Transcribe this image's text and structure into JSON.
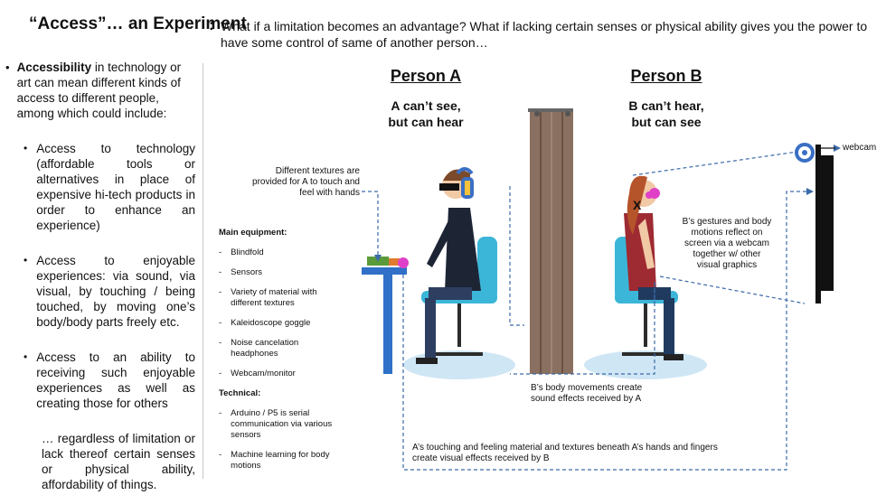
{
  "title": {
    "main": "“Access”… an Experiment",
    "colon": ":",
    "question": "What if a limitation becomes an advantage?  What if lacking certain senses or physical ability gives you the power to have some control of same of another person…"
  },
  "left": {
    "bold": "Accessibility",
    "intro": " in technology or art can mean different kinds of access to different people, among which could include:",
    "bullets": [
      "Access to technology (affordable tools or alternatives in place of expensive hi-tech products in order to enhance an experience)",
      "Access to enjoyable experiences: via sound, via visual, by touching / being touched, by moving one’s body/body parts freely etc.",
      "Access to an ability to receiving such enjoyable experiences as well as creating those for others"
    ],
    "closing": "… regardless of limitation or lack thereof certain senses or physical ability,  affordability of things."
  },
  "equipment": {
    "heading": "Main equipment:",
    "items": [
      "Blindfold",
      "Sensors",
      "Variety of material with different textures",
      "Kaleidoscope goggle",
      "Noise cancelation headphones",
      "Webcam/monitor"
    ],
    "technical_heading": "Technical:",
    "technical_items": [
      "Arduino / P5 is serial communication via various  sensors",
      "Machine learning for body motions"
    ]
  },
  "personA": {
    "title": "Person A",
    "line1": "A can’t see,",
    "line2": "but can hear"
  },
  "personB": {
    "title": "Person B",
    "line1": "B can’t hear,",
    "line2": "but can see"
  },
  "notes": {
    "textures": "Different textures are provided for A to touch and feel with hands",
    "gestures": "B’s gestures and body motions reflect on screen via a webcam together w/ other visual graphics",
    "webcam": "webcam",
    "sound": "B’s body movements create sound effects received by A",
    "visual": "A’s touching and feeling material and textures beneath A’s hands and fingers create visual effects received by B",
    "x_mark": "X"
  },
  "colors": {
    "dashed": "#3c6aa8",
    "curtain": "#8a7060",
    "chair": "#3bb6d8",
    "floor": "#cfe6f5",
    "headphone": "#3a6fc4",
    "goggle": "#e040c8"
  }
}
